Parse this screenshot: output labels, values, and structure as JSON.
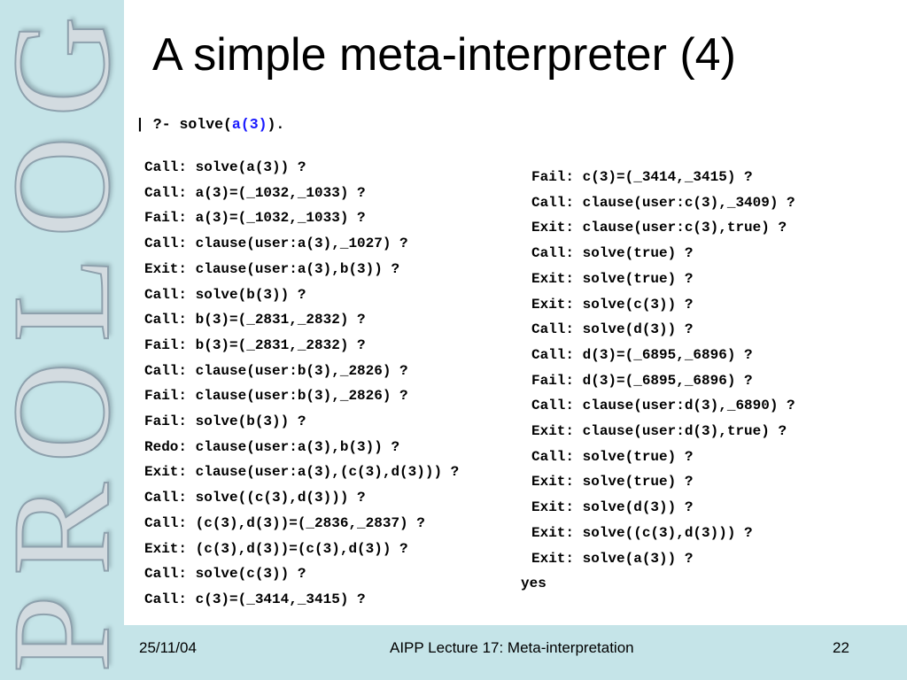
{
  "logo_text": "PROLOG",
  "title": "A simple meta-interpreter (4)",
  "query": {
    "prefix": "| ?- solve(",
    "highlight": "a(3)",
    "suffix": ")."
  },
  "trace_left": [
    "Call: solve(a(3)) ?",
    "Call: a(3)=(_1032,_1033) ?",
    "Fail: a(3)=(_1032,_1033) ?",
    "Call: clause(user:a(3),_1027) ?",
    "Exit: clause(user:a(3),b(3)) ?",
    "Call: solve(b(3)) ?",
    "Call: b(3)=(_2831,_2832) ?",
    "Fail: b(3)=(_2831,_2832) ?",
    "Call: clause(user:b(3),_2826) ?",
    "Fail: clause(user:b(3),_2826) ?",
    "Fail: solve(b(3)) ?",
    "Redo: clause(user:a(3),b(3)) ?",
    "Exit: clause(user:a(3),(c(3),d(3))) ?",
    "Call: solve((c(3),d(3))) ?",
    "Call: (c(3),d(3))=(_2836,_2837) ?",
    "Exit: (c(3),d(3))=(c(3),d(3)) ?",
    "Call: solve(c(3)) ?",
    "Call: c(3)=(_3414,_3415) ?"
  ],
  "trace_right": [
    "Fail: c(3)=(_3414,_3415) ?",
    "Call: clause(user:c(3),_3409) ?",
    "Exit: clause(user:c(3),true) ?",
    "Call: solve(true) ?",
    "Exit: solve(true) ?",
    "Exit: solve(c(3)) ?",
    "Call: solve(d(3)) ?",
    "Call: d(3)=(_6895,_6896) ?",
    "Fail: d(3)=(_6895,_6896) ?",
    "Call: clause(user:d(3),_6890) ?",
    "Exit: clause(user:d(3),true) ?",
    "Call: solve(true) ?",
    "Exit: solve(true) ?",
    "Exit: solve(d(3)) ?",
    "Exit: solve((c(3),d(3))) ?",
    "Exit: solve(a(3)) ?"
  ],
  "result": "yes",
  "footer": {
    "date": "25/11/04",
    "center": "AIPP Lecture 17: Meta-interpretation",
    "page": "22"
  },
  "colors": {
    "band": "#c5e4e8",
    "highlight": "#1a1aff"
  }
}
